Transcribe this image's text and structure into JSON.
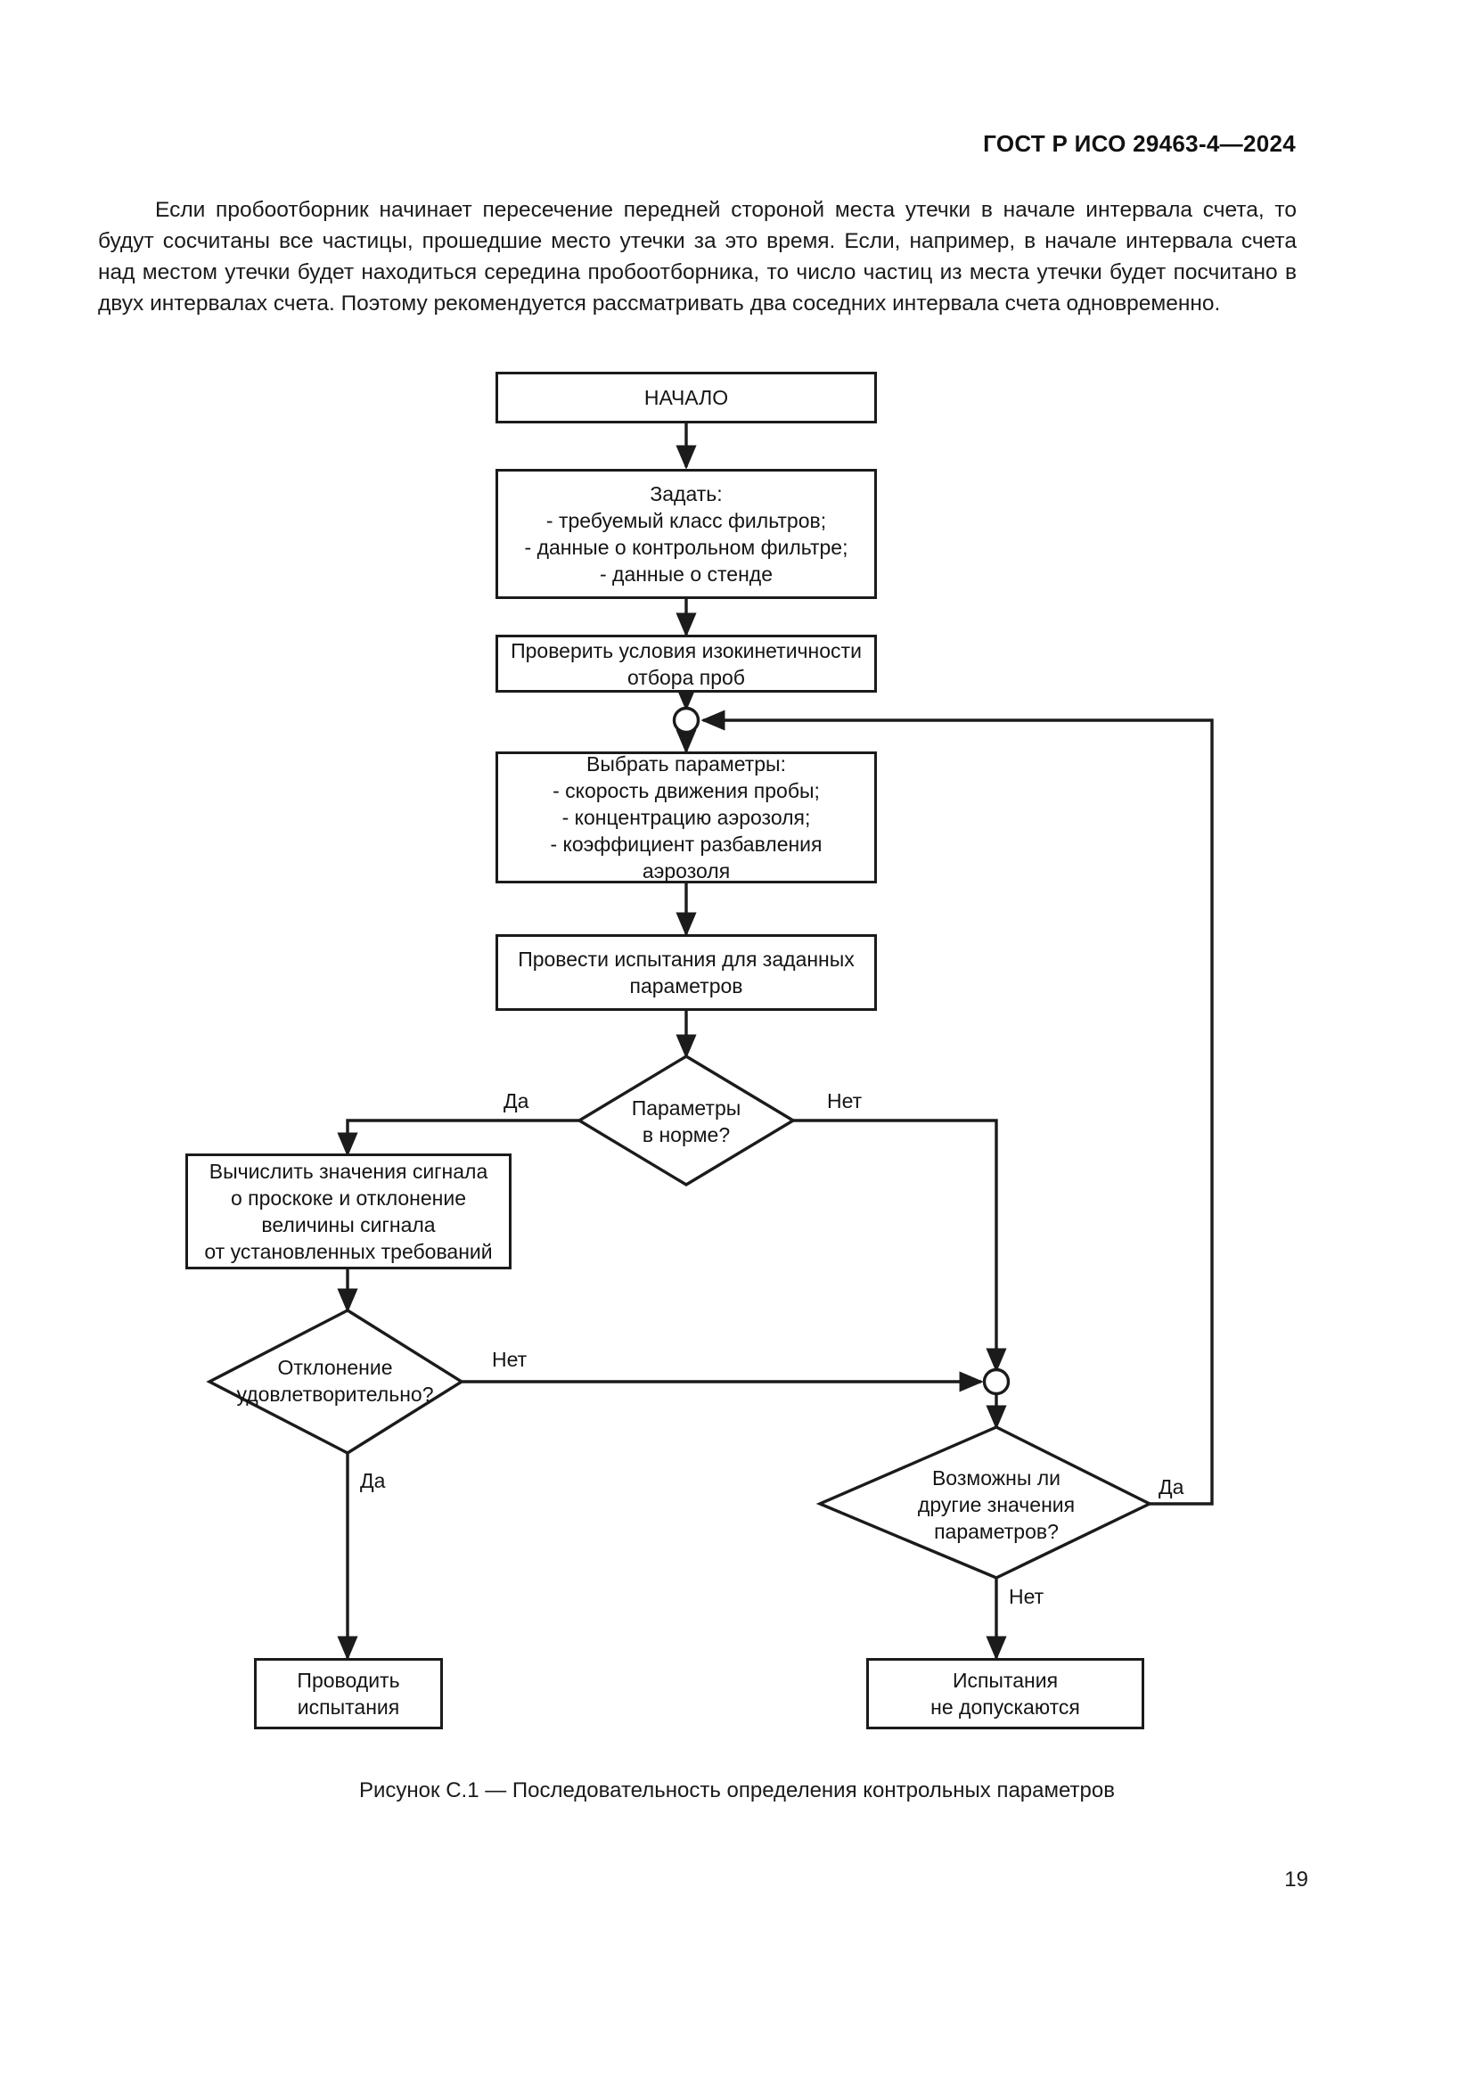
{
  "document": {
    "header": "ГОСТ Р ИСО 29463-4—2024",
    "page_number": "19",
    "paragraph": "Если пробоотборник начинает пересечение передней стороной места утечки в начале интервала счета, то будут сосчитаны все частицы, прошедшие место утечки за это время. Если, например, в начале интервала счета над местом утечки будет находиться середина пробоотборника, то число частиц из места утечки будет посчитано в двух интервалах счета. Поэтому рекомендуется рассматривать два соседних интервала счета одновременно.",
    "figure_caption": "Рисунок С.1 — Последовательность определения контрольных параметров"
  },
  "colors": {
    "ink": "#1b1b1b",
    "text": "#141414",
    "paper": "#ffffff"
  },
  "flowchart": {
    "type": "flowchart",
    "title": "Последовательность определения контрольных параметров",
    "nodes": {
      "start": "НАЧАЛО",
      "set_inputs": "Задать:\n- требуемый класс фильтров;\n- данные о контрольном фильтре;\n- данные о стенде",
      "check_isokinetic": "Проверить условия изокинетичности\nотбора проб",
      "choose_params": "Выбрать параметры:\n- скорость движения пробы;\n- концентрацию аэрозоля;\n- коэффициент разбавления\nаэрозоля",
      "run_tests": "Провести испытания для заданных\nпараметров",
      "params_ok": "Параметры\nв норме?",
      "compute_signal": "Вычислить значения сигнала\nо проскоке и отклонение\nвеличины сигнала\nот установленных требований",
      "deviation_ok": "Отклонение\nудовлетворительно?",
      "other_values": "Возможны ли\nдругие значения\nпараметров?",
      "do_tests": "Проводить\nиспытания",
      "tests_denied": "Испытания\nне допускаются"
    },
    "edge_labels": {
      "params_yes": "Да",
      "params_no": "Нет",
      "deviation_no": "Нет",
      "deviation_yes": "Да",
      "other_yes": "Да",
      "other_no": "Нет"
    }
  }
}
